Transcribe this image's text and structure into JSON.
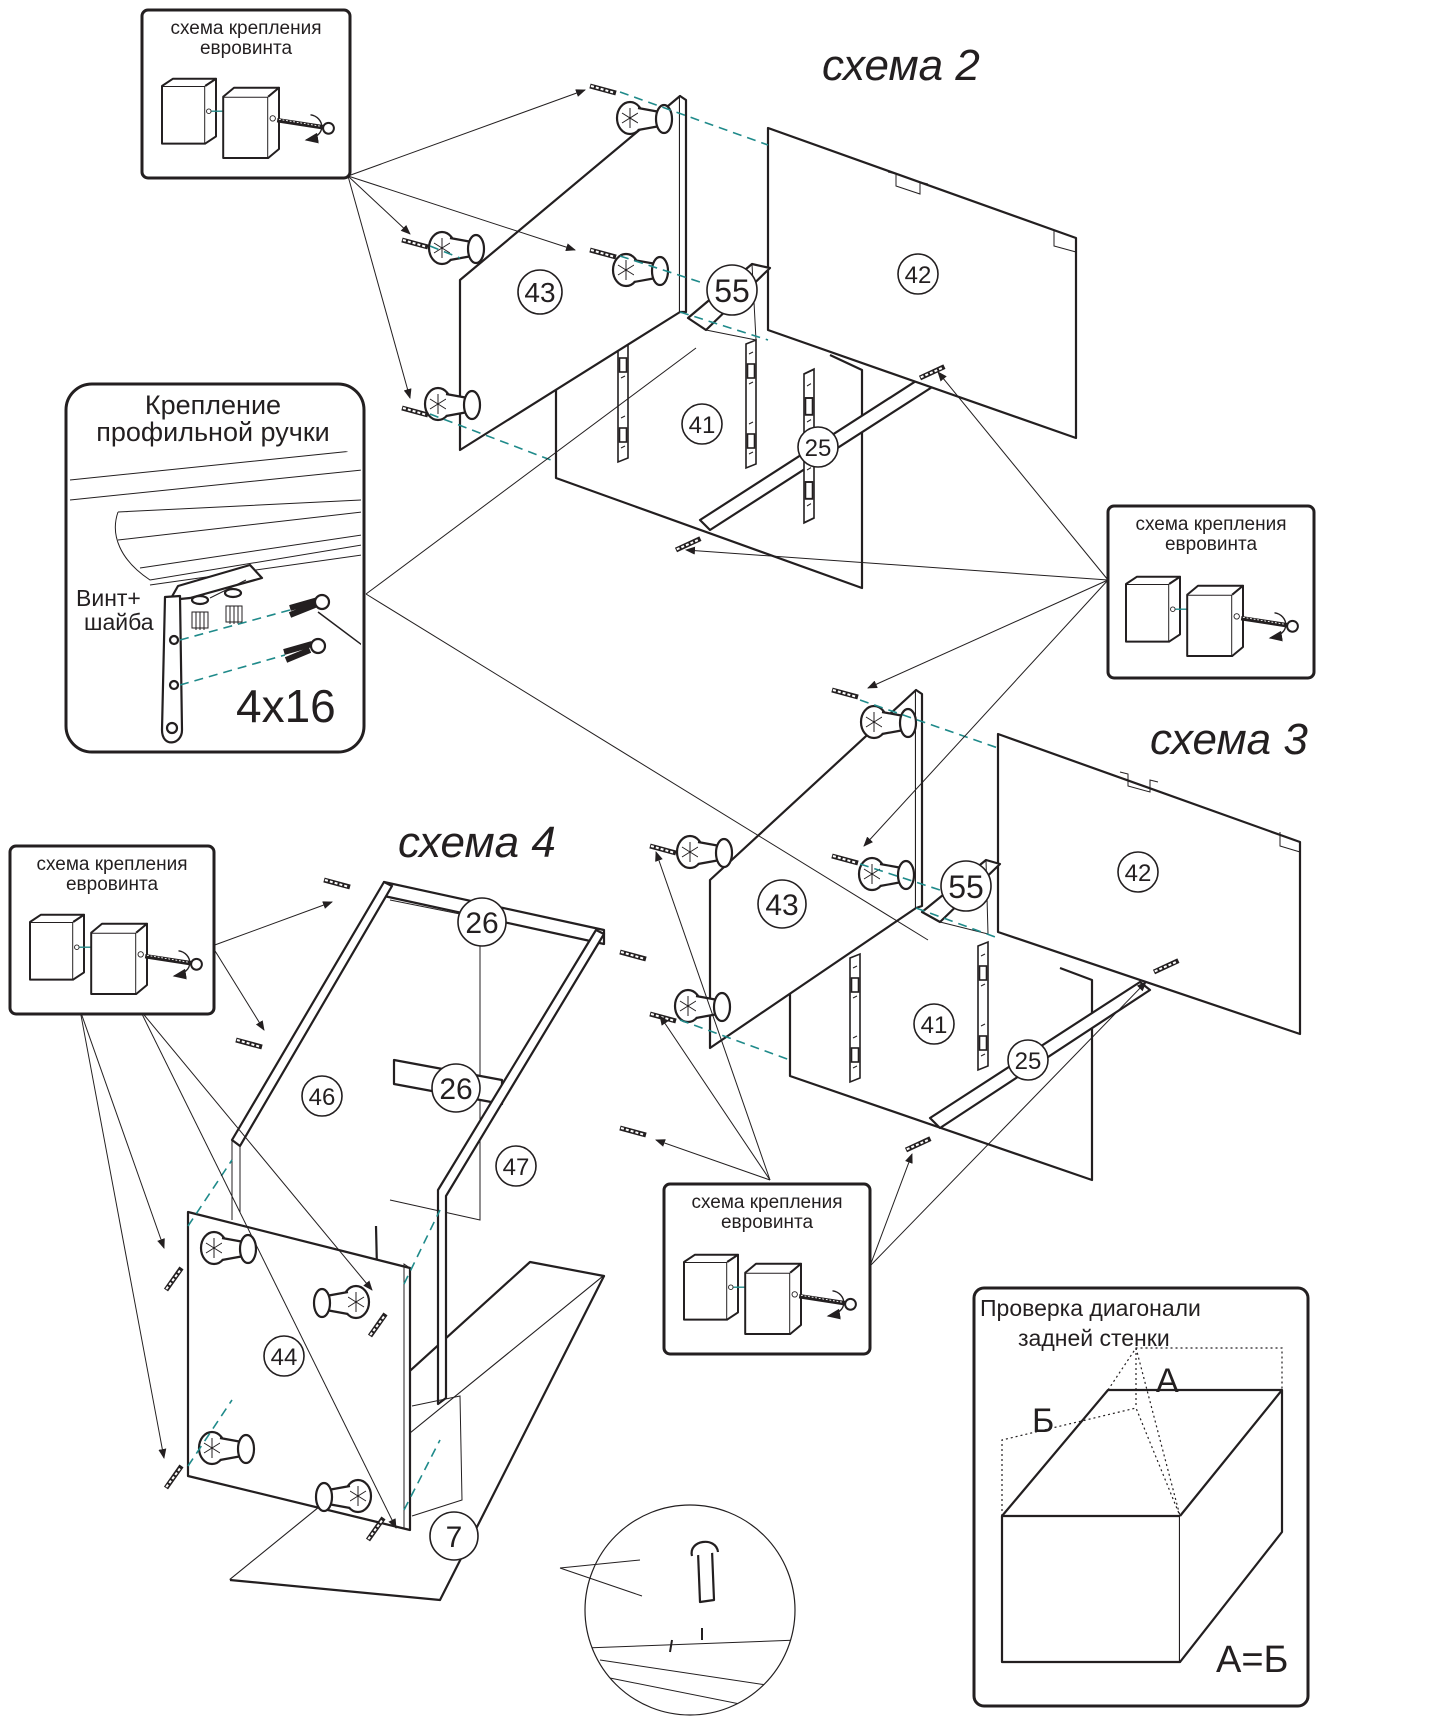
{
  "schemes": {
    "scheme2": "схема 2",
    "scheme3": "схема 3",
    "scheme4": "схема 4"
  },
  "eurobolt_label_line1": "схема крепления",
  "eurobolt_label_line2": "евровинта",
  "handle_box": {
    "title_line1": "Крепление",
    "title_line2": "профильной ручки",
    "screw_label_line1": "Винт+",
    "screw_label_line2": "шайба",
    "size": "4x16"
  },
  "diagonal_box": {
    "title_line1": "Проверка диагонали",
    "title_line2": "задней стенки",
    "label_a": "А",
    "label_b": "Б",
    "equation": "А=Б"
  },
  "part_numbers": {
    "s2_p43": "43",
    "s2_p42": "42",
    "s2_p55": "55",
    "s2_p41": "41",
    "s2_p25": "25",
    "s3_p43": "43",
    "s3_p42": "42",
    "s3_p55": "55",
    "s3_p41": "41",
    "s3_p25": "25",
    "s4_p26a": "26",
    "s4_p26b": "26",
    "s4_p46": "46",
    "s4_p47": "47",
    "s4_p44": "44",
    "s4_p7": "7"
  }
}
